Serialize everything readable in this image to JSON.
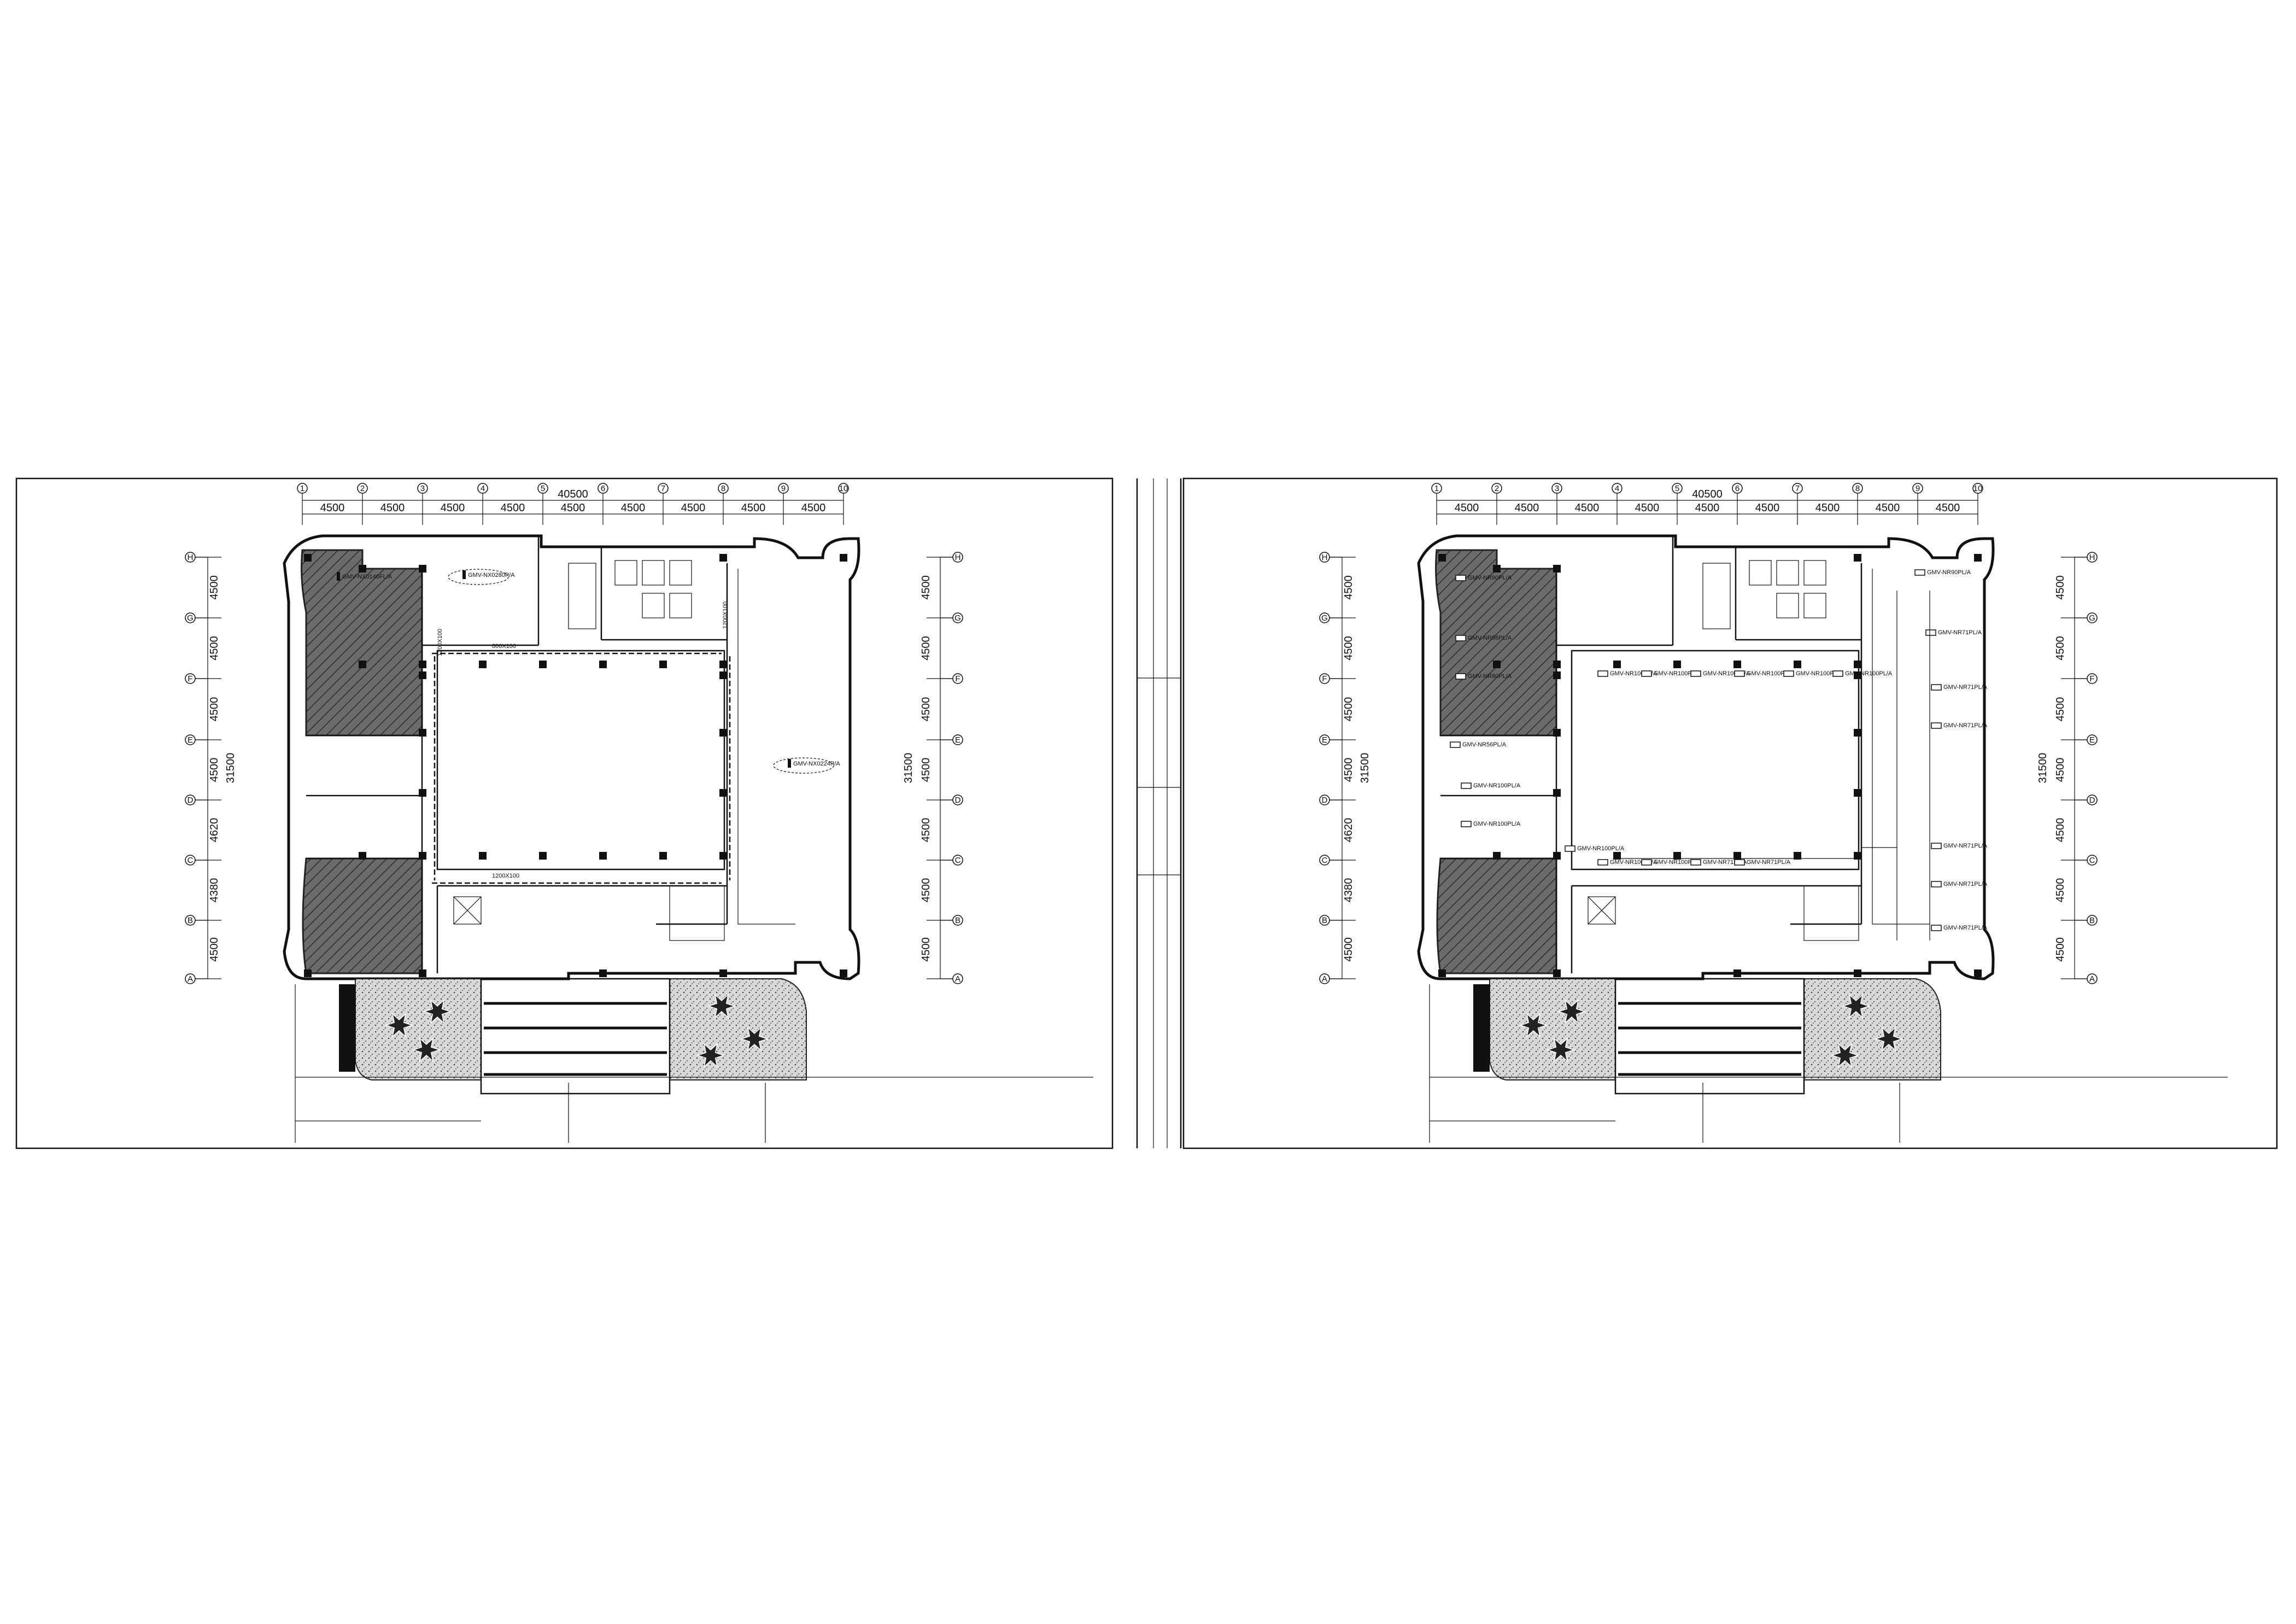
{
  "drawing": {
    "sheets": [
      {
        "id": "left",
        "overall_width_label": "40500",
        "overall_height_label": "31500",
        "column_axis_labels": [
          "1",
          "2",
          "3",
          "4",
          "5",
          "6",
          "7",
          "8",
          "9",
          "10"
        ],
        "row_axis_labels": [
          "H",
          "G",
          "F",
          "E",
          "D",
          "C",
          "B",
          "A"
        ],
        "top_dims": [
          "4500",
          "4500",
          "4500",
          "4500",
          "4500",
          "4500",
          "4500",
          "4500",
          "4500"
        ],
        "left_dims": [
          "4500",
          "4500",
          "4500",
          "4500",
          "4620",
          "4380",
          "4500"
        ],
        "right_dims": [
          "4500",
          "4500",
          "4500",
          "4500",
          "4500",
          "4500",
          "4500"
        ],
        "duct_labels": [
          "800X100",
          "1200X100",
          "1200X100",
          "1200X100"
        ],
        "equipment": [
          "GMV-NX0140FL/A",
          "GMV-NX0280P/A",
          "GMV-NX0224P/A"
        ],
        "notes": [
          "",
          ""
        ]
      },
      {
        "id": "right",
        "overall_width_label": "40500",
        "overall_height_label": "31500",
        "column_axis_labels": [
          "1",
          "2",
          "3",
          "4",
          "5",
          "6",
          "7",
          "8",
          "9",
          "10"
        ],
        "row_axis_labels": [
          "H",
          "G",
          "F",
          "E",
          "D",
          "C",
          "B",
          "A"
        ],
        "top_dims": [
          "4500",
          "4500",
          "4500",
          "4500",
          "4500",
          "4500",
          "4500",
          "4500",
          "4500"
        ],
        "left_dims": [
          "4500",
          "4500",
          "4500",
          "4500",
          "4620",
          "4380",
          "4500"
        ],
        "right_dims": [
          "4500",
          "4500",
          "4500",
          "4500",
          "4500",
          "4500",
          "4500"
        ],
        "equipment": [
          "GMV-NR90PL/A",
          "GMV-NR56PL/A",
          "GMV-NR80PL/A",
          "GMV-NR56PL/A",
          "GMV-NR100PL/A",
          "GMV-NR100PL/A",
          "GMV-NR100PL/A",
          "GMV-NR100PL/A",
          "GMV-NR100PL/A",
          "GMV-NR100PL/A",
          "GMV-NR90PL/A",
          "GMV-NR71PL/A",
          "GMV-NR100PL/A",
          "GMV-NR100PL/A",
          "GMV-NR100PL/A",
          "GMV-NR100PL/A",
          "GMV-NR100PL/A",
          "GMV-NR71PL/A",
          "GMV-NR71PL/A",
          "GMV-NR71PL/A",
          "GMV-NR71PL/A",
          "GMV-NR71PL/A",
          "GMV-NR71PL/A",
          "GMV-NR71PL/A"
        ],
        "notes": [
          "",
          ""
        ]
      }
    ]
  }
}
